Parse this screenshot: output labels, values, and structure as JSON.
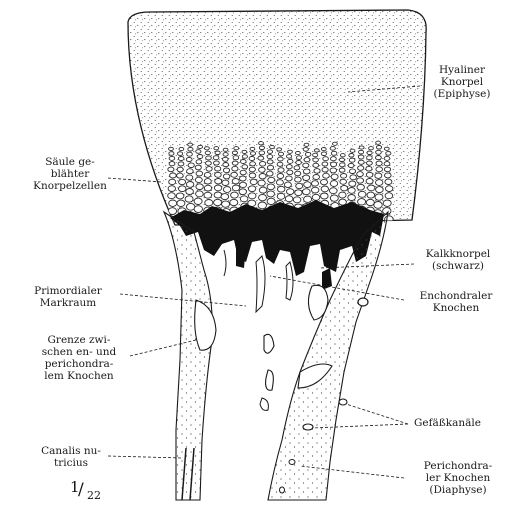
{
  "labels": {
    "hyaline": "Hyaliner\nKnorpel\n(Epiphyse)",
    "saeule": "Säule ge-\nblähter\nKnorpelzellen",
    "kalk": "Kalkknorpel\n(schwarz)",
    "primordial": "Primordialer\nMarkraum",
    "enchondral": "Enchondraler\nKnochen",
    "grenze": "Grenze zwi-\nschen en- und\nperichondra-\nlem Knochen",
    "gefaess": "Gefäßkanäle",
    "canalis": "Canalis nu-\ntricius",
    "perichondral": "Perichondra-\nler Knochen\n(Diaphyse)"
  },
  "scale": {
    "numerator": "1",
    "slash": "/",
    "denominator": "22"
  },
  "colors": {
    "ink": "#1a1a1a",
    "paper": "#ffffff",
    "stipple": "#444444"
  }
}
